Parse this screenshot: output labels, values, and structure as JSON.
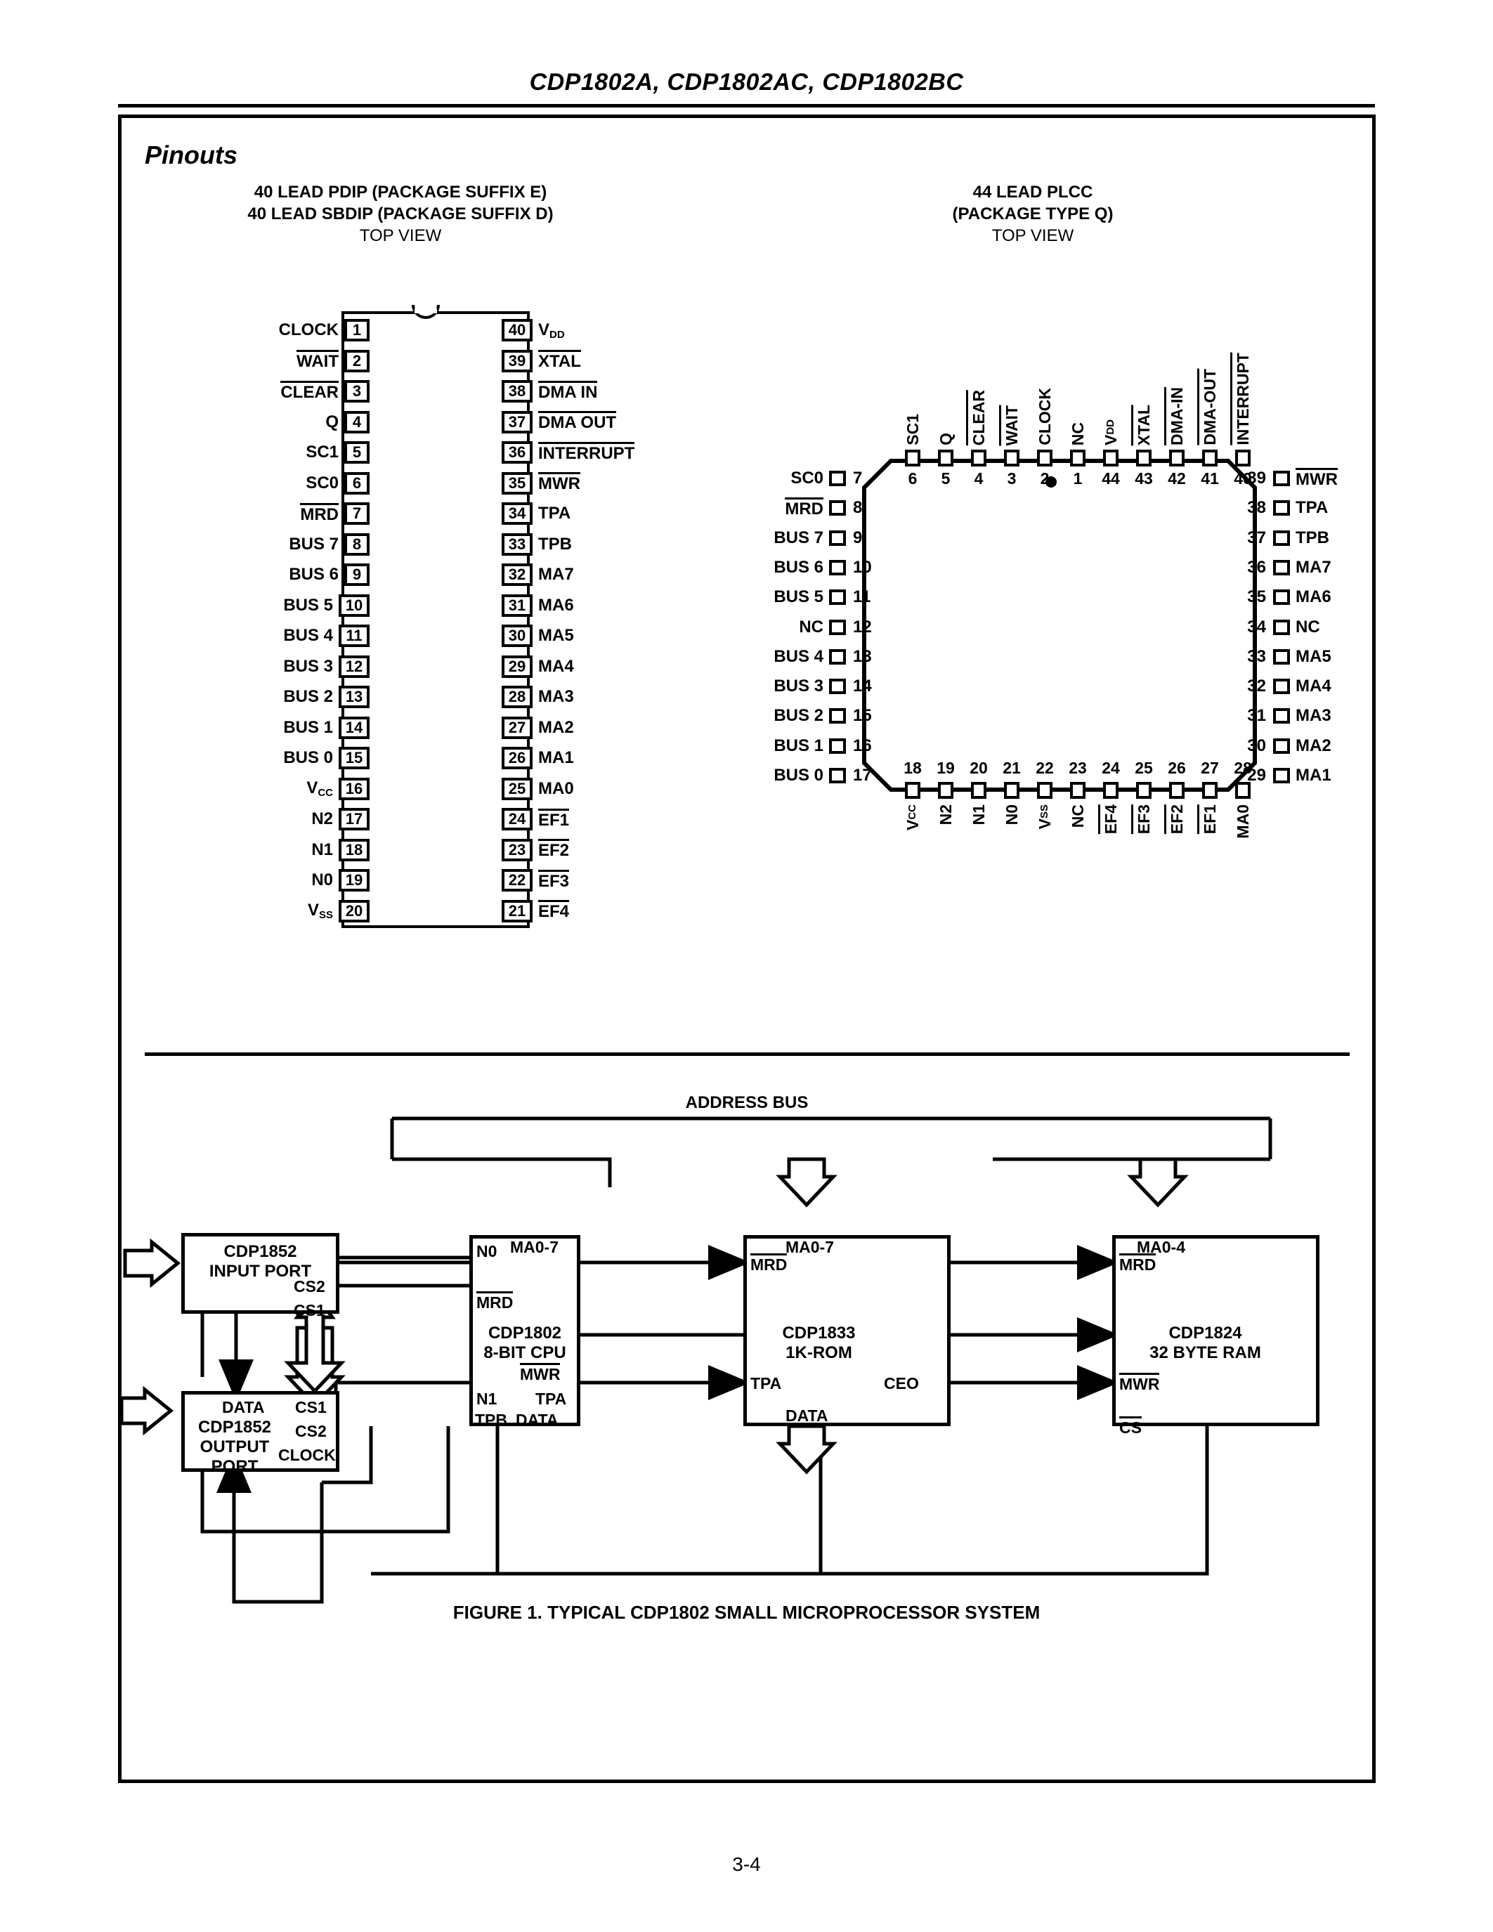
{
  "header": {
    "doc_title": "CDP1802A, CDP1802AC, CDP1802BC",
    "page_number": "3-4"
  },
  "section": {
    "title": "Pinouts"
  },
  "dip": {
    "heading_line1": "40 LEAD PDIP (PACKAGE SUFFIX E)",
    "heading_line2": "40 LEAD SBDIP (PACKAGE SUFFIX D)",
    "heading_line3": "TOP VIEW",
    "left_pins": [
      {
        "num": "1",
        "label": "CLOCK",
        "bar": false
      },
      {
        "num": "2",
        "label": "WAIT",
        "bar": true
      },
      {
        "num": "3",
        "label": "CLEAR",
        "bar": true
      },
      {
        "num": "4",
        "label": "Q",
        "bar": false
      },
      {
        "num": "5",
        "label": "SC1",
        "bar": false
      },
      {
        "num": "6",
        "label": "SC0",
        "bar": false
      },
      {
        "num": "7",
        "label": "MRD",
        "bar": true
      },
      {
        "num": "8",
        "label": "BUS 7",
        "bar": false
      },
      {
        "num": "9",
        "label": "BUS 6",
        "bar": false
      },
      {
        "num": "10",
        "label": "BUS 5",
        "bar": false
      },
      {
        "num": "11",
        "label": "BUS 4",
        "bar": false
      },
      {
        "num": "12",
        "label": "BUS 3",
        "bar": false
      },
      {
        "num": "13",
        "label": "BUS 2",
        "bar": false
      },
      {
        "num": "14",
        "label": "BUS 1",
        "bar": false
      },
      {
        "num": "15",
        "label": "BUS 0",
        "bar": false
      },
      {
        "num": "16",
        "label": "V",
        "sub": "CC",
        "bar": false
      },
      {
        "num": "17",
        "label": "N2",
        "bar": false
      },
      {
        "num": "18",
        "label": "N1",
        "bar": false
      },
      {
        "num": "19",
        "label": "N0",
        "bar": false
      },
      {
        "num": "20",
        "label": "V",
        "sub": "SS",
        "bar": false
      }
    ],
    "right_pins": [
      {
        "num": "40",
        "label": "V",
        "sub": "DD",
        "bar": false
      },
      {
        "num": "39",
        "label": "XTAL",
        "bar": true
      },
      {
        "num": "38",
        "label": "DMA IN",
        "bar": true
      },
      {
        "num": "37",
        "label": "DMA OUT",
        "bar": true
      },
      {
        "num": "36",
        "label": "INTERRUPT",
        "bar": true
      },
      {
        "num": "35",
        "label": "MWR",
        "bar": true
      },
      {
        "num": "34",
        "label": "TPA",
        "bar": false
      },
      {
        "num": "33",
        "label": "TPB",
        "bar": false
      },
      {
        "num": "32",
        "label": "MA7",
        "bar": false
      },
      {
        "num": "31",
        "label": "MA6",
        "bar": false
      },
      {
        "num": "30",
        "label": "MA5",
        "bar": false
      },
      {
        "num": "29",
        "label": "MA4",
        "bar": false
      },
      {
        "num": "28",
        "label": "MA3",
        "bar": false
      },
      {
        "num": "27",
        "label": "MA2",
        "bar": false
      },
      {
        "num": "26",
        "label": "MA1",
        "bar": false
      },
      {
        "num": "25",
        "label": "MA0",
        "bar": false
      },
      {
        "num": "24",
        "label": "EF1",
        "bar": true
      },
      {
        "num": "23",
        "label": "EF2",
        "bar": true
      },
      {
        "num": "22",
        "label": "EF3",
        "bar": true
      },
      {
        "num": "21",
        "label": "EF4",
        "bar": true
      }
    ]
  },
  "plcc": {
    "heading_line1": "44 LEAD PLCC",
    "heading_line2": "(PACKAGE TYPE Q)",
    "heading_line3": "TOP VIEW",
    "top_pins": [
      {
        "num": "6",
        "label": "SC1",
        "bar": false
      },
      {
        "num": "5",
        "label": "Q",
        "bar": false
      },
      {
        "num": "4",
        "label": "CLEAR",
        "bar": true
      },
      {
        "num": "3",
        "label": "WAIT",
        "bar": true
      },
      {
        "num": "2",
        "label": "CLOCK",
        "bar": false
      },
      {
        "num": "1",
        "label": "NC",
        "bar": false
      },
      {
        "num": "44",
        "label": "V",
        "sub": "DD",
        "bar": false
      },
      {
        "num": "43",
        "label": "XTAL",
        "bar": true
      },
      {
        "num": "42",
        "label": "DMA-IN",
        "bar": true
      },
      {
        "num": "41",
        "label": "DMA-OUT",
        "bar": true
      },
      {
        "num": "40",
        "label": "INTERRUPT",
        "bar": true
      }
    ],
    "left_pins": [
      {
        "num": "7",
        "label": "SC0",
        "bar": false
      },
      {
        "num": "8",
        "label": "MRD",
        "bar": true
      },
      {
        "num": "9",
        "label": "BUS 7",
        "bar": false
      },
      {
        "num": "10",
        "label": "BUS 6",
        "bar": false
      },
      {
        "num": "11",
        "label": "BUS 5",
        "bar": false
      },
      {
        "num": "12",
        "label": "NC",
        "bar": false
      },
      {
        "num": "13",
        "label": "BUS 4",
        "bar": false
      },
      {
        "num": "14",
        "label": "BUS 3",
        "bar": false
      },
      {
        "num": "15",
        "label": "BUS 2",
        "bar": false
      },
      {
        "num": "16",
        "label": "BUS 1",
        "bar": false
      },
      {
        "num": "17",
        "label": "BUS 0",
        "bar": false
      }
    ],
    "right_pins": [
      {
        "num": "39",
        "label": "MWR",
        "bar": true
      },
      {
        "num": "38",
        "label": "TPA",
        "bar": false
      },
      {
        "num": "37",
        "label": "TPB",
        "bar": false
      },
      {
        "num": "36",
        "label": "MA7",
        "bar": false
      },
      {
        "num": "35",
        "label": "MA6",
        "bar": false
      },
      {
        "num": "34",
        "label": "NC",
        "bar": false
      },
      {
        "num": "33",
        "label": "MA5",
        "bar": false
      },
      {
        "num": "32",
        "label": "MA4",
        "bar": false
      },
      {
        "num": "31",
        "label": "MA3",
        "bar": false
      },
      {
        "num": "30",
        "label": "MA2",
        "bar": false
      },
      {
        "num": "29",
        "label": "MA1",
        "bar": false
      }
    ],
    "bottom_pins": [
      {
        "num": "18",
        "label": "V",
        "sub": "CC",
        "bar": false
      },
      {
        "num": "19",
        "label": "N2",
        "bar": false
      },
      {
        "num": "20",
        "label": "N1",
        "bar": false
      },
      {
        "num": "21",
        "label": "N0",
        "bar": false
      },
      {
        "num": "22",
        "label": "V",
        "sub": "SS",
        "bar": false
      },
      {
        "num": "23",
        "label": "NC",
        "bar": false
      },
      {
        "num": "24",
        "label": "EF4",
        "bar": true
      },
      {
        "num": "25",
        "label": "EF3",
        "bar": true
      },
      {
        "num": "26",
        "label": "EF2",
        "bar": true
      },
      {
        "num": "27",
        "label": "EF1",
        "bar": true
      },
      {
        "num": "28",
        "label": "MA0",
        "bar": false
      }
    ]
  },
  "diagram": {
    "address_bus_label": "ADDRESS BUS",
    "caption": "FIGURE 1.  TYPICAL CDP1802 SMALL MICROPROCESSOR SYSTEM",
    "blocks": {
      "input_port": {
        "title": "CDP1852\nINPUT PORT",
        "cs2": "CS2",
        "cs1": "CS1"
      },
      "output_port": {
        "title": "CDP1852\nOUTPUT\nPORT",
        "data": "DATA",
        "cs1": "CS1",
        "cs2": "CS2",
        "clock": "CLOCK"
      },
      "cpu": {
        "title": "CDP1802\n8-BIT CPU",
        "n0": "N0",
        "ma": "MA0-7",
        "mrd": "MRD",
        "mwr": "MWR",
        "n1": "N1",
        "tpa": "TPA",
        "tpb": "TPB",
        "data": "DATA"
      },
      "rom": {
        "title": "CDP1833\n1K-ROM",
        "ma": "MA0-7",
        "mrd": "MRD",
        "tpa": "TPA",
        "ceo": "CEO",
        "data": "DATA"
      },
      "ram": {
        "title": "CDP1824\n32 BYTE RAM",
        "ma": "MA0-4",
        "mrd": "MRD",
        "mwr": "MWR",
        "cs": "CS"
      }
    }
  }
}
